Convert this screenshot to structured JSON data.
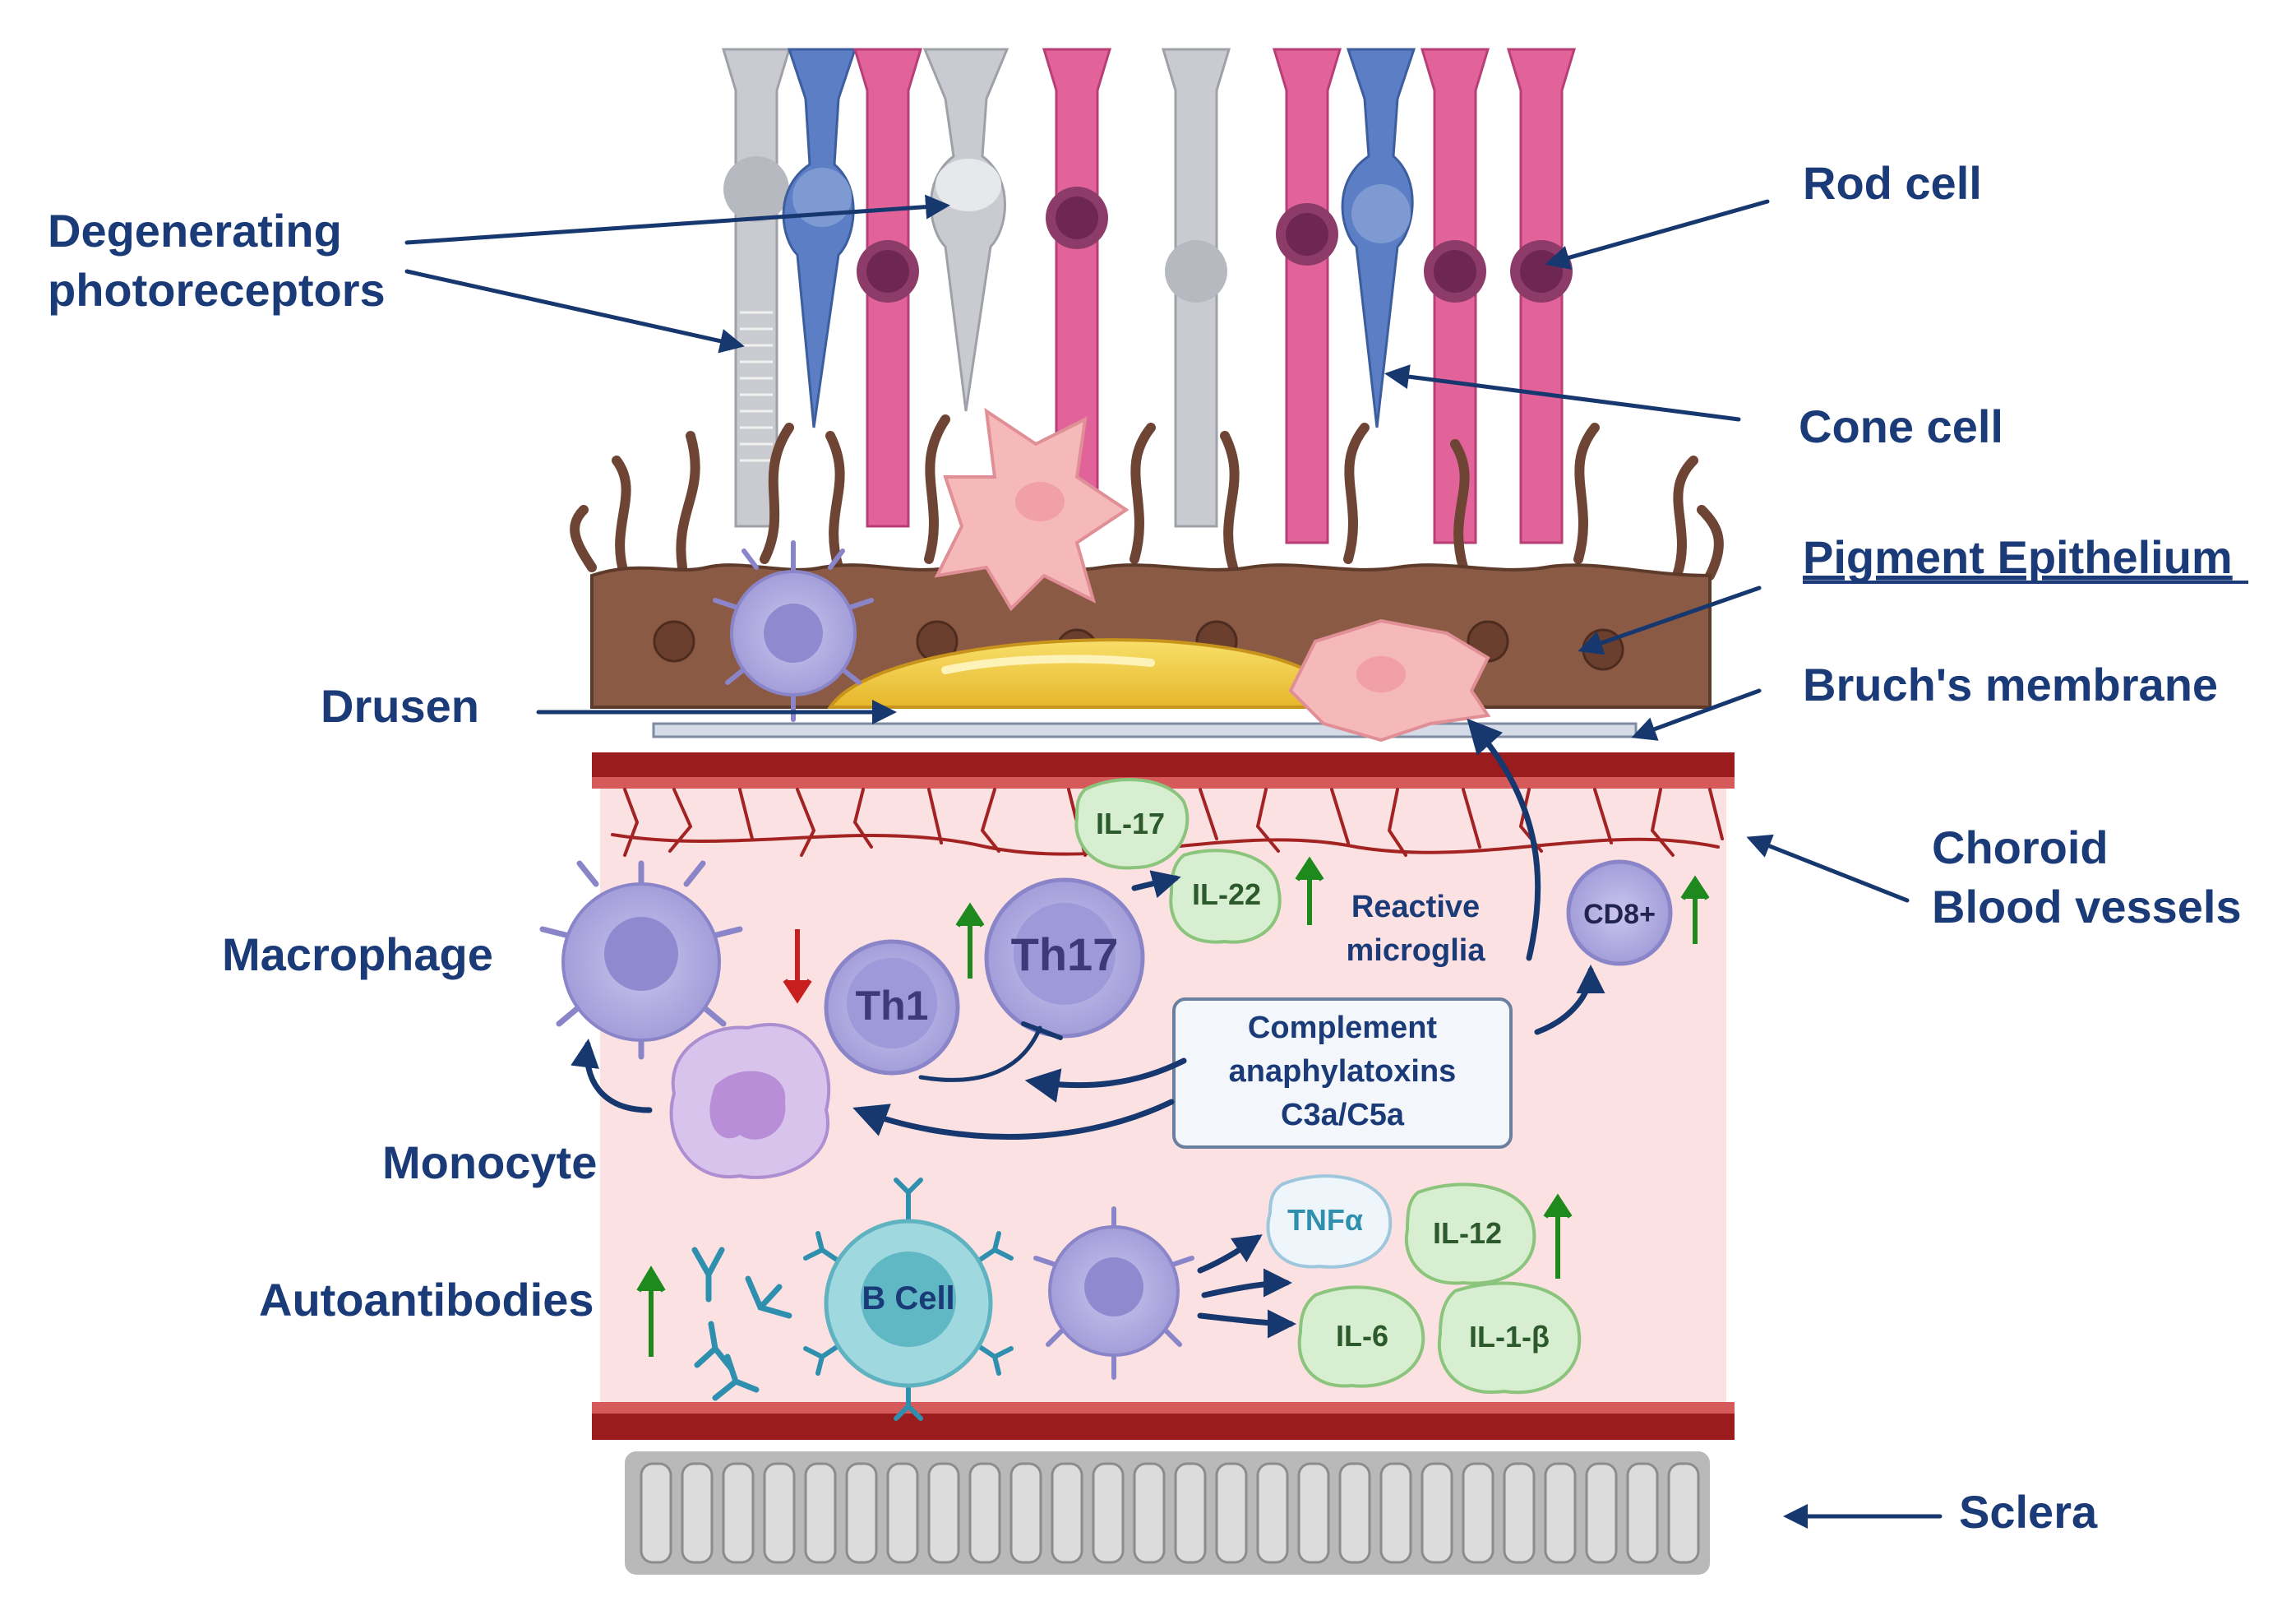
{
  "labels": {
    "degenerating_1": "Degenerating",
    "degenerating_2": "photoreceptors",
    "rod_cell": "Rod cell",
    "cone_cell": "Cone cell",
    "pigment_epithelium": "Pigment Epithelium",
    "drusen": "Drusen",
    "bruchs_membrane": "Bruch's membrane",
    "choroid_1": "Choroid",
    "choroid_2": "Blood vessels",
    "macrophage": "Macrophage",
    "monocyte": "Monocyte",
    "autoantibodies": "Autoantibodies",
    "sclera": "Sclera",
    "reactive_1": "Reactive",
    "reactive_2": "microglia"
  },
  "cells": {
    "th1": "Th1",
    "th17": "Th17",
    "cd8": "CD8+",
    "b_cell": "B Cell"
  },
  "cytokines": {
    "il17": "IL-17",
    "il22": "IL-22",
    "tnfa": "TNFα",
    "il12": "IL-12",
    "il6": "IL-6",
    "il1b": "IL-1-β"
  },
  "complement": {
    "line1": "Complement",
    "line2": "anaphylatoxins",
    "line3": "C3a/C5a"
  },
  "colors": {
    "label_navy": "#1a3a78",
    "arrow_navy": "#17376f",
    "up_green": "#1e8a1e",
    "down_red": "#c81e1e",
    "choroid_fill": "#fbe1e1",
    "vessel_red": "#9b1c1c",
    "rpe_brown": "#8a5a44",
    "drusen_yellow": "#f3cc3a",
    "rod_pink": "#e2629a",
    "cone_blue": "#5b7ec4",
    "degenerating_gray": "#c9cbd0",
    "cytokine_green": "#d7efd0",
    "immune_purple": "#a9a4dc"
  }
}
